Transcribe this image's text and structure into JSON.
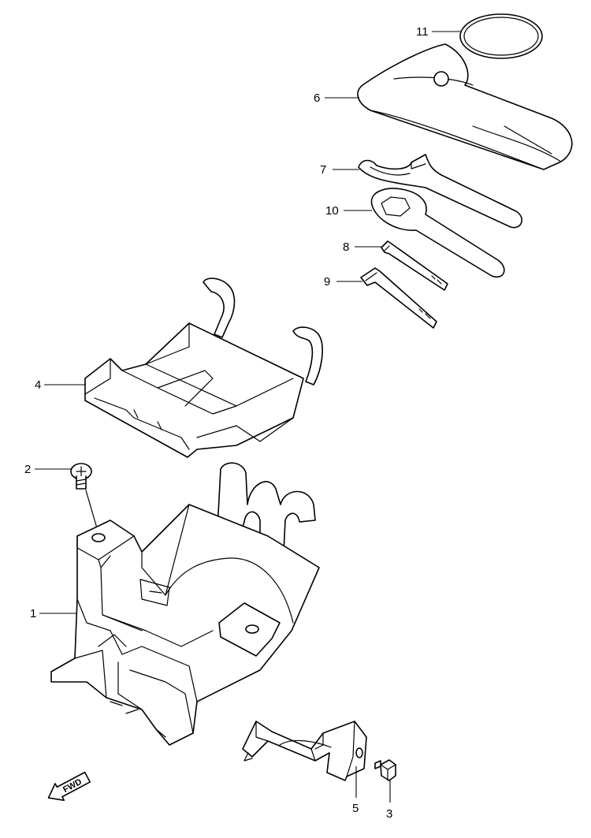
{
  "callouts": {
    "c1": "1",
    "c2": "2",
    "c3": "3",
    "c4": "4",
    "c5": "5",
    "c6": "6",
    "c7": "7",
    "c8": "8",
    "c9": "9",
    "c10": "10",
    "c11": "11"
  },
  "fwd_badge": "FWD",
  "icons": {
    "fwd": "fwd-arrow-icon"
  }
}
